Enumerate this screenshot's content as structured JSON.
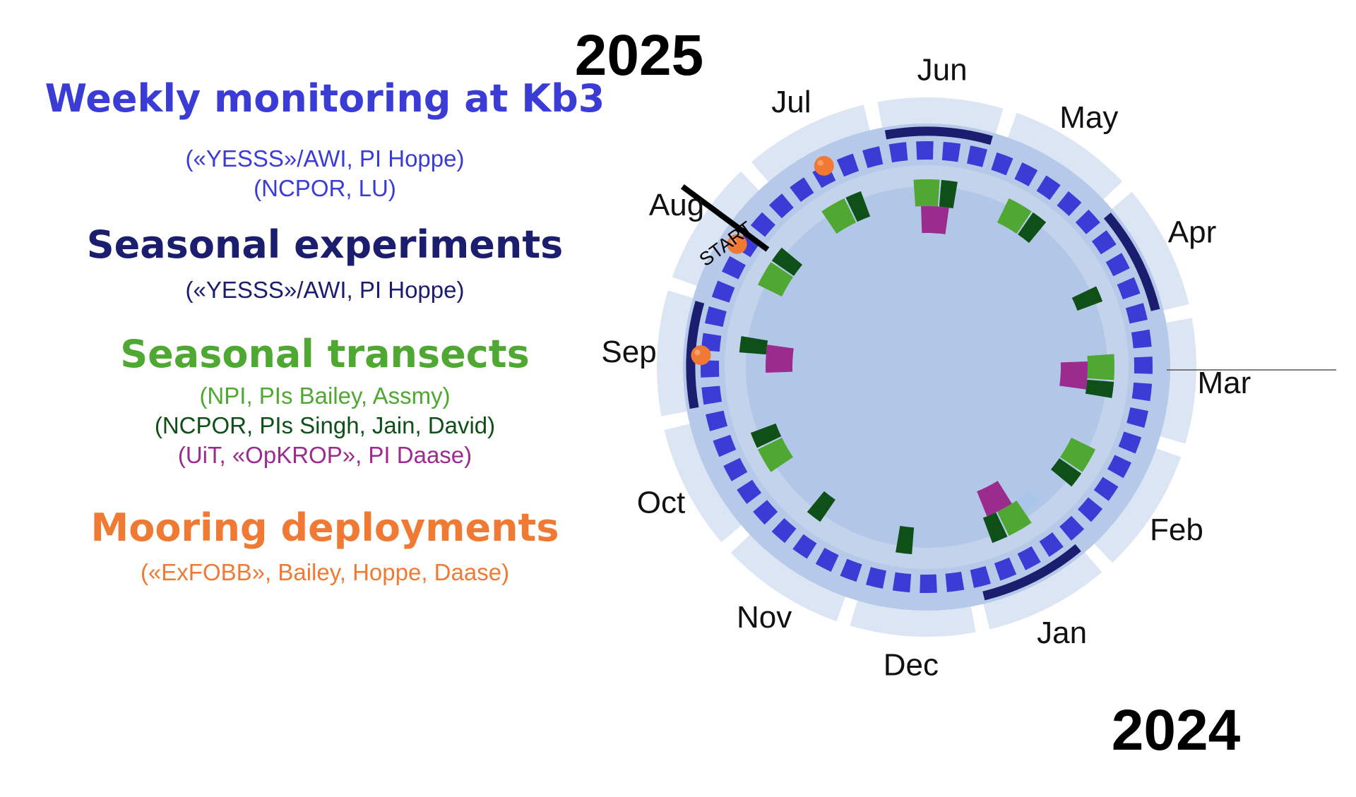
{
  "colors": {
    "weekly": "#3b3bd6",
    "seasonal_experiments": "#1b1d6e",
    "transect_npi": "#4fa832",
    "transect_ncpor": "#0f5019",
    "transect_uit": "#9b2c8e",
    "mooring": "#f07a33",
    "light_blue": "#a9c5ea"
  },
  "legend": {
    "weekly": {
      "title": "Weekly monitoring at Kb3",
      "lines": [
        "(«YESSS»/AWI, PI Hoppe)",
        "(NCPOR, LU)"
      ]
    },
    "seasonal_experiments": {
      "title": "Seasonal experiments",
      "lines": [
        "(«YESSS»/AWI, PI Hoppe)"
      ]
    },
    "seasonal_transects": {
      "title": "Seasonal transects",
      "lines": [
        "(NPI, PIs Bailey, Assmy)",
        "(NCPOR, PIs Singh, Jain, David)",
        "(UiT, «OpKROP», PI Daase)"
      ]
    },
    "mooring": {
      "title": "Mooring deployments",
      "lines": [
        "(«ExFOBB», Bailey, Hoppe, Daase)"
      ]
    }
  },
  "wheel": {
    "year_top": "2025",
    "year_bottom": "2024",
    "start_label": "START",
    "months": [
      {
        "name": "Aug"
      },
      {
        "name": "Sep"
      },
      {
        "name": "Oct"
      },
      {
        "name": "Nov"
      },
      {
        "name": "Dec"
      },
      {
        "name": "Jan"
      },
      {
        "name": "Feb"
      },
      {
        "name": "Mar"
      },
      {
        "name": "Apr"
      },
      {
        "name": "May"
      },
      {
        "name": "Jun"
      },
      {
        "name": "Jul"
      }
    ],
    "weekly_samples": 52,
    "seasonal_experiment_months": [
      "Sep",
      "Jan",
      "Apr",
      "Jun"
    ],
    "transect_npi_months": [
      "Aug",
      "Oct",
      "Jan",
      "Feb",
      "Mar",
      "May",
      "Jun",
      "Jul"
    ],
    "transect_ncpor_months": [
      "Aug",
      "Sep",
      "Oct",
      "Nov",
      "Dec",
      "Jan",
      "Feb",
      "Mar",
      "Apr",
      "May",
      "Jun",
      "Jul"
    ],
    "transect_uit_months": [
      "Sep",
      "Jan",
      "Mar",
      "Jun"
    ],
    "mooring_months": [
      "Aug",
      "Sep",
      "Jul"
    ]
  }
}
